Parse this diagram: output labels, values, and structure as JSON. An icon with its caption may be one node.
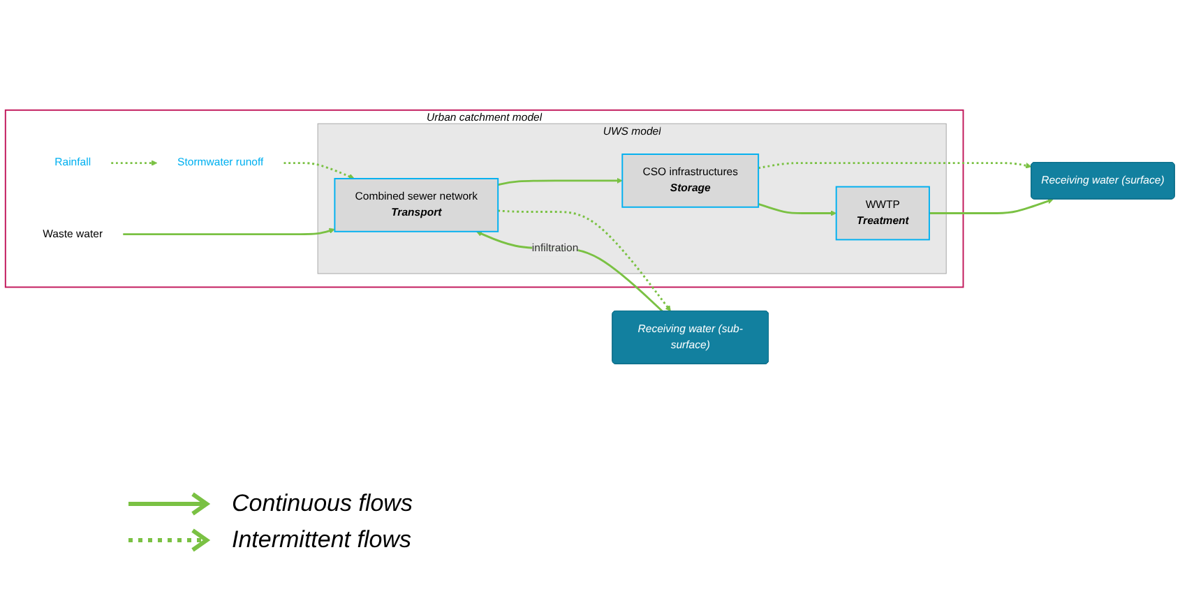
{
  "diagram": {
    "nodes": [
      {
        "text": [
          "Urban catchment model"
        ]
      },
      {
        "text": [
          "UWS model"
        ],
        "in": 0
      },
      {
        "text": [
          "Rainfall"
        ],
        "in": 0
      },
      {
        "text": [
          "Stormwater runoff"
        ],
        "in": 0
      },
      {
        "text": [
          "Waste water"
        ],
        "in": 0
      },
      {
        "text": [
          "Combined sewer network",
          "Transport"
        ],
        "in": 1
      },
      {
        "text": [
          "CSO infrastructures",
          "Storage"
        ],
        "in": 1
      },
      {
        "text": [
          "WWTP",
          "Treatment"
        ],
        "in": 1
      },
      {
        "text": [
          "Receiving water (sub-surface)"
        ]
      },
      {
        "text": [
          "Receiving water (surface)"
        ]
      }
    ],
    "edges": [
      {
        "from": 2,
        "to": 3,
        "arrow": "to",
        "style": "dashed"
      },
      {
        "from": 3,
        "to": 5,
        "arrow": "to",
        "style": "dashed"
      },
      {
        "from": 4,
        "to": 5,
        "arrow": "to"
      },
      {
        "from": 5,
        "to": 6,
        "arrow": "to"
      },
      {
        "from": 6,
        "to": 7,
        "arrow": "to"
      },
      {
        "from": 5,
        "to": 8,
        "arrow": "to",
        "style": "dashed"
      },
      {
        "from": 8,
        "to": 5,
        "arrow": "to",
        "label": "infiltration"
      },
      {
        "from": 6,
        "to": 9,
        "arrow": "to",
        "style": "dashed"
      },
      {
        "from": 7,
        "to": 9,
        "arrow": "to"
      }
    ],
    "legend": [
      {
        "text": "Continuous flows"
      },
      {
        "text": "Intermittent flows"
      }
    ]
  }
}
